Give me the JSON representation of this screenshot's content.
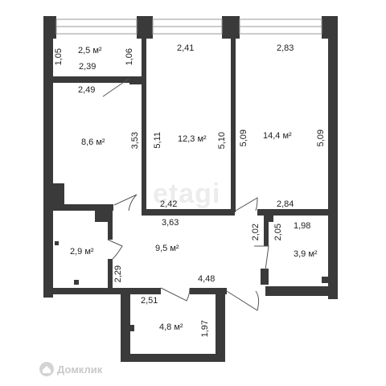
{
  "plan": {
    "rooms": [
      {
        "id": "storage",
        "area": "2,5 м²"
      },
      {
        "id": "bedroom-small",
        "area": "8,6 м²"
      },
      {
        "id": "bedroom-middle",
        "area": "12,3 м²"
      },
      {
        "id": "bedroom-large",
        "area": "14,4 м²"
      },
      {
        "id": "bathroom",
        "area": "2,9 м²"
      },
      {
        "id": "hallway",
        "area": "9,5 м²"
      },
      {
        "id": "room-right-small",
        "area": "3,9 м²"
      },
      {
        "id": "room-bottom",
        "area": "4,8 м²"
      }
    ],
    "dimensions": {
      "d105": "1,05",
      "d106": "1,06",
      "d239": "2,39",
      "d249": "2,49",
      "d353": "3,53",
      "d241": "2,41",
      "d511": "5,11",
      "d510": "5,10",
      "d283": "2,83",
      "d509a": "5,09",
      "d509b": "5,09",
      "d242": "2,42",
      "d363": "3,63",
      "d284": "2,84",
      "d202": "2,02",
      "d205": "2,05",
      "d198": "1,98",
      "d229": "2,29",
      "d448": "4,48",
      "d251": "2,51",
      "d197": "1,97"
    },
    "watermark": "etagi",
    "brand": "Домклик",
    "colors": {
      "wall": "#3a3a3a",
      "window": "#9a9a9a"
    }
  }
}
